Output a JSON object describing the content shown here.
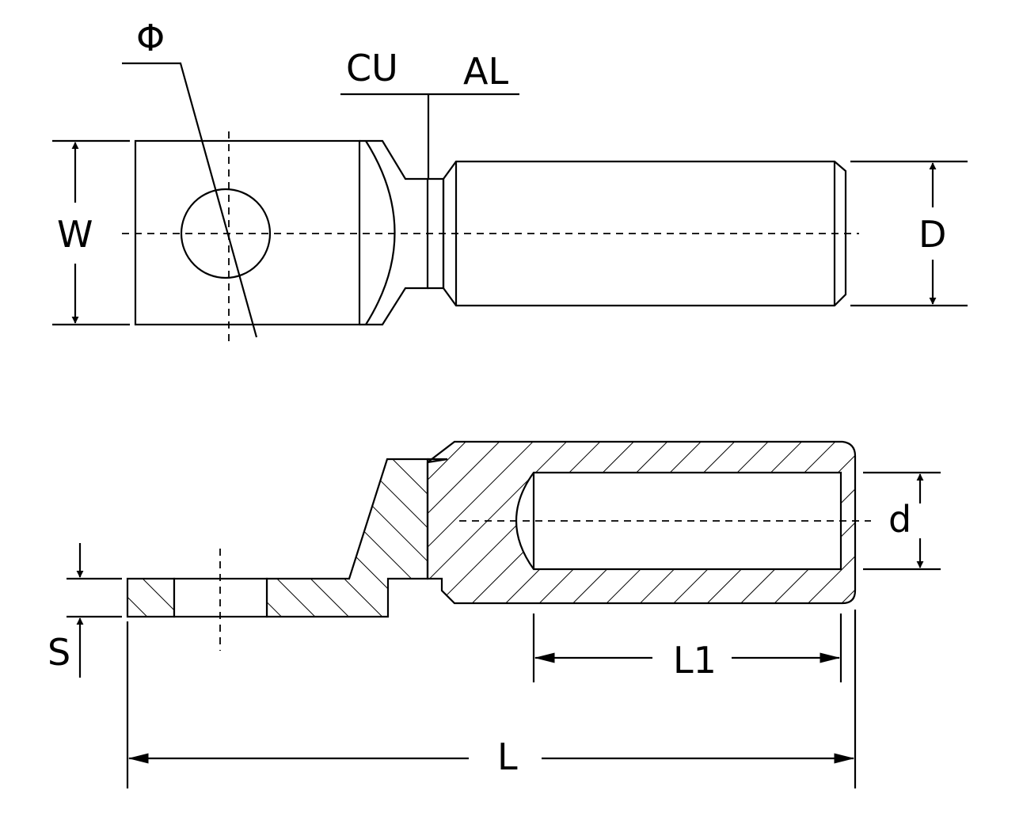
{
  "labels": {
    "phi": "Φ",
    "cu": "CU",
    "al": "AL",
    "w": "W",
    "d_outer": "D",
    "d_inner": "d",
    "s": "S",
    "l1": "L1",
    "l": "L"
  },
  "colors": {
    "line": "#000000",
    "background": "#ffffff"
  }
}
